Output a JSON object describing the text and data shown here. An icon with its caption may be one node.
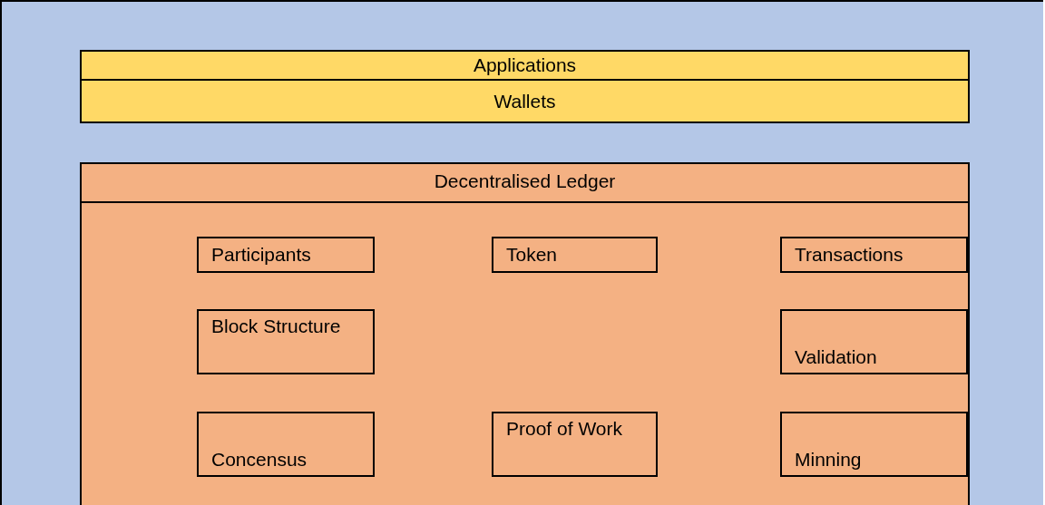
{
  "diagram": {
    "nodes": [
      {
        "text": [
          "Applications"
        ]
      },
      {
        "text": [
          "Wallets"
        ]
      },
      {
        "text": [
          "Decentralised Ledger"
        ]
      },
      {
        "text": [
          "Participants"
        ],
        "in": 2
      },
      {
        "text": [
          "Token"
        ],
        "in": 2
      },
      {
        "text": [
          "Transactions"
        ],
        "in": 2
      },
      {
        "text": [
          "Block Structure"
        ],
        "in": 2
      },
      {
        "text": [
          "Validation"
        ],
        "in": 2
      },
      {
        "text": [
          "Concensus"
        ],
        "in": 2
      },
      {
        "text": [
          "Proof of Work"
        ],
        "in": 2
      },
      {
        "text": [
          "Minning"
        ],
        "in": 2
      }
    ]
  }
}
